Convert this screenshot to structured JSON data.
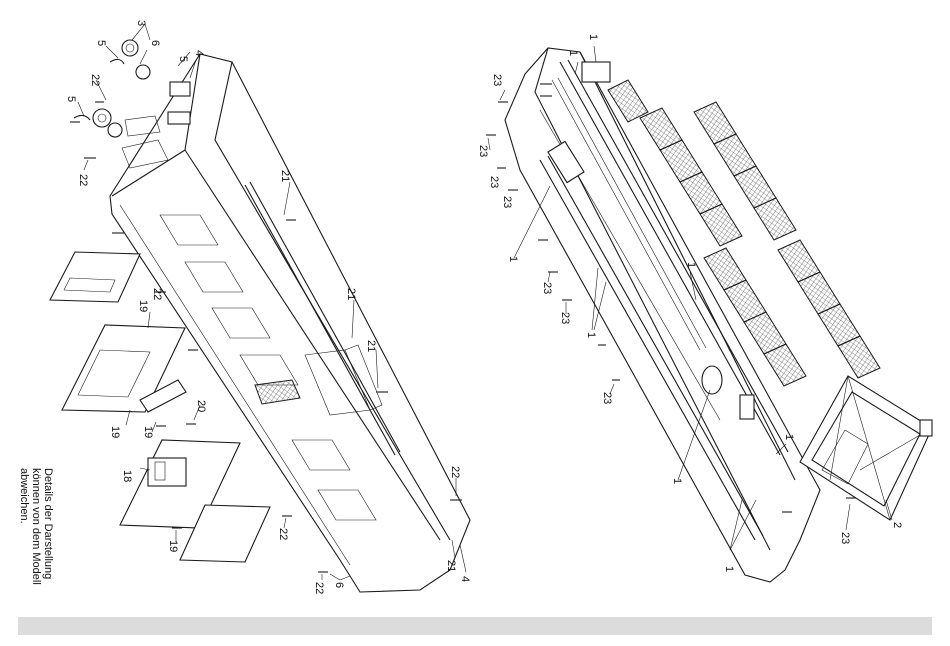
{
  "note": {
    "line1": "Details der Darstellung",
    "line2": "können von dem Modell",
    "line3": "abweichen."
  },
  "part_labels": {
    "l1": "1",
    "l2": "2",
    "l3": "3",
    "l4": "4",
    "l5": "5",
    "l6": "6",
    "l18": "18",
    "l19": "19",
    "l20": "20",
    "l21": "21",
    "l22": "22",
    "l23": "23"
  },
  "colors": {
    "line": "#1a1a1a",
    "footer": "#dcdcdc",
    "background": "#ffffff"
  }
}
